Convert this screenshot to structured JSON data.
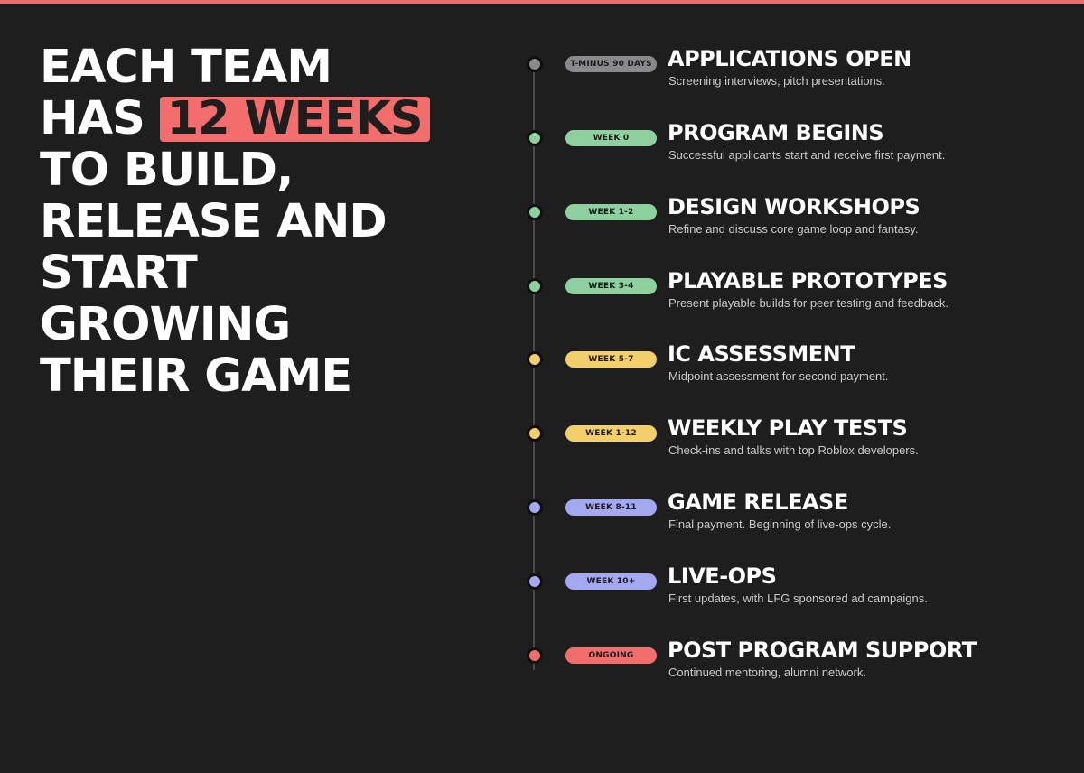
{
  "headline": {
    "line1": "EACH TEAM",
    "line2_prefix": "HAS",
    "highlight": "12 WEEKS",
    "line3": "TO BUILD,",
    "line4": "RELEASE AND",
    "line5": "START",
    "line6": "GROWING",
    "line7": "THEIR GAME",
    "highlight_color": "#f36d6d"
  },
  "colors": {
    "accent_red": "#f06b6b",
    "gray": "#8a8a8c",
    "green": "#8fd19e",
    "yellow": "#f2cf6b",
    "blue": "#a3a8f0",
    "red": "#f36d6d"
  },
  "timeline": {
    "milestones": [
      {
        "badge": "T-MINUS 90 DAYS",
        "title": "APPLICATIONS OPEN",
        "description": "Screening interviews, pitch presentations.",
        "color": "#8a8a8c"
      },
      {
        "badge": "WEEK 0",
        "title": "PROGRAM BEGINS",
        "description": "Successful applicants start and receive first payment.",
        "color": "#8fd19e"
      },
      {
        "badge": "WEEK 1-2",
        "title": "DESIGN WORKSHOPS",
        "description": "Refine and discuss core game loop and fantasy.",
        "color": "#8fd19e"
      },
      {
        "badge": "WEEK 3-4",
        "title": "PLAYABLE PROTOTYPES",
        "description": "Present playable builds for peer testing and feedback.",
        "color": "#8fd19e"
      },
      {
        "badge": "WEEK 5-7",
        "title": "IC ASSESSMENT",
        "description": "Midpoint assessment for second payment.",
        "color": "#f2cf6b"
      },
      {
        "badge": "WEEK 1-12",
        "title": "WEEKLY PLAY TESTS",
        "description": "Check-ins and talks with top Roblox developers.",
        "color": "#f2cf6b"
      },
      {
        "badge": "WEEK 8-11",
        "title": "GAME RELEASE",
        "description": "Final payment. Beginning of live-ops cycle.",
        "color": "#a3a8f0"
      },
      {
        "badge": "WEEK 10+",
        "title": "LIVE-OPS",
        "description": "First updates, with LFG sponsored ad campaigns.",
        "color": "#a3a8f0"
      },
      {
        "badge": "ONGOING",
        "title": "POST PROGRAM SUPPORT",
        "description": "Continued mentoring, alumni network.",
        "color": "#f36d6d"
      }
    ]
  }
}
